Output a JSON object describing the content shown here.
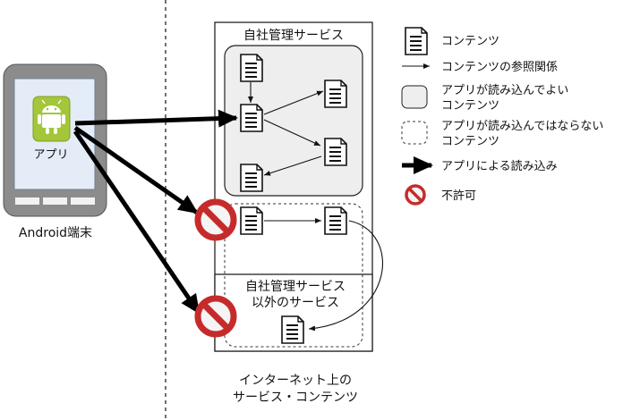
{
  "device": {
    "app_label": "アプリ",
    "device_label": "Android端末"
  },
  "boxes": {
    "own_service": "自社管理サービス",
    "other_service_line1": "自社管理サービス",
    "other_service_line2": "以外のサービス",
    "internet_line1": "インターネット上の",
    "internet_line2": "サービス・コンテンツ"
  },
  "legend": {
    "content": "コンテンツ",
    "reference": "コンテンツの参照関係",
    "allowed_line1": "アプリが読み込んでよい",
    "allowed_line2": "コンテンツ",
    "disallowed_line1": "アプリが読み込んではならない",
    "disallowed_line2": "コンテンツ",
    "app_load": "アプリによる読み込み",
    "forbidden": "不許可"
  }
}
